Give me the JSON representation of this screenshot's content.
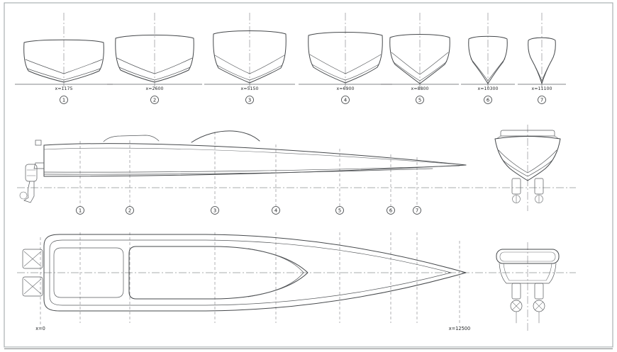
{
  "meta": {
    "type": "technical-drawing",
    "subject": "motorboat lines plan: body sections, side elevation, deck plan, transom views"
  },
  "colors": {
    "background": "#ffffff",
    "line": "#45484b",
    "centerline": "#8f9294",
    "text": "#26282a"
  },
  "sections": [
    {
      "num": "1",
      "label": "x=1175"
    },
    {
      "num": "2",
      "label": "x=2600"
    },
    {
      "num": "3",
      "label": "x=5150"
    },
    {
      "num": "4",
      "label": "x=6900"
    },
    {
      "num": "5",
      "label": "x=8800"
    },
    {
      "num": "6",
      "label": "x=10300"
    },
    {
      "num": "7",
      "label": "x=11100"
    }
  ],
  "plan": {
    "origin_label": "x=0",
    "end_label": "x=12500"
  }
}
